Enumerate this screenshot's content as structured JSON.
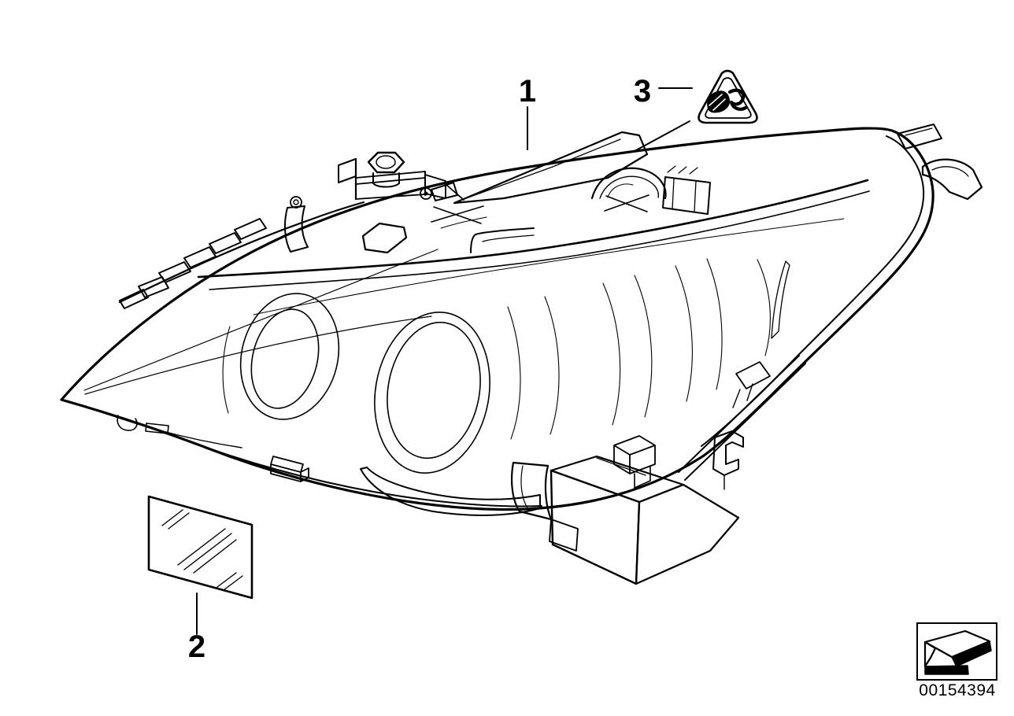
{
  "colors": {
    "line": "#000000",
    "background": "#ffffff"
  },
  "callouts": [
    {
      "label": "1"
    },
    {
      "label": "2"
    },
    {
      "label": "3"
    }
  ],
  "icons": {
    "warning_triangle": "pinch-hazard-warning-triangle-icon",
    "stamp_arrow": "corner-arrow-icon"
  },
  "stamp": {
    "number": "00154394"
  }
}
